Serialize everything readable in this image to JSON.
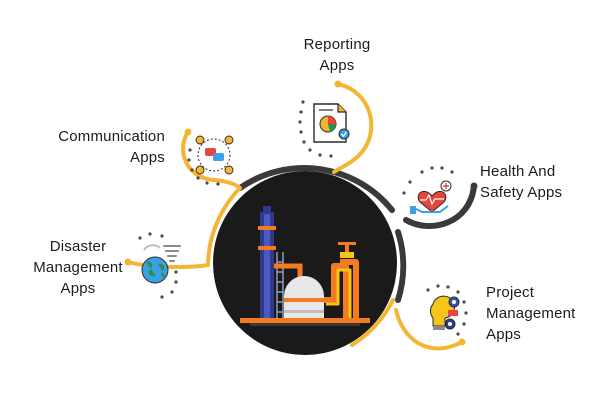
{
  "labels": {
    "reporting": [
      "Reporting",
      "Apps"
    ],
    "communication": [
      "Communication",
      "Apps"
    ],
    "health": [
      "Health And",
      "Safety Apps"
    ],
    "disaster": [
      "Disaster",
      "Management",
      "Apps"
    ],
    "project": [
      "Project",
      "Management",
      "Apps"
    ]
  },
  "colors": {
    "accent": "#f4b533",
    "ring": "#3a3a3a",
    "hub": "#1a1a1a",
    "orange": "#f47b20",
    "blue": "#2f3a8f",
    "yellow": "#f5c518",
    "dots": "#4a4a4a"
  },
  "icons": {
    "hub": "industrial-plant-icon",
    "reporting": "report-chart-icon",
    "communication": "team-chat-icon",
    "health": "heart-in-hand-icon",
    "disaster": "globe-tornado-icon",
    "project": "lightbulb-gears-icon"
  }
}
